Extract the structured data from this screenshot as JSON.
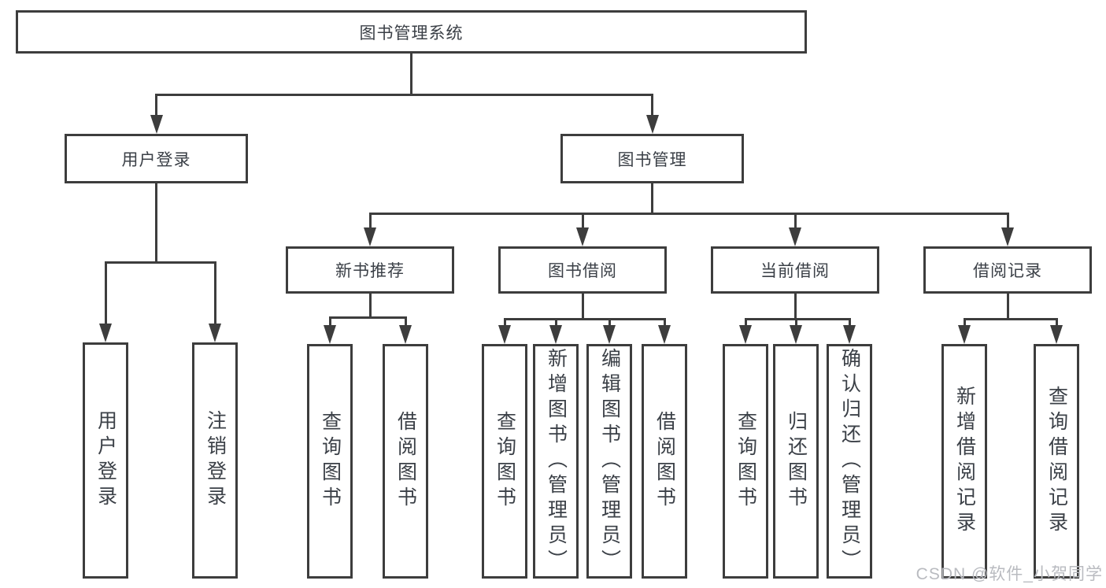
{
  "colors": {
    "line": "#3d3d3d",
    "text": "#3b4047",
    "watermark": "#b9bbc0"
  },
  "watermark": "CSDN @软件_小贺同学",
  "tree": {
    "root": {
      "label": "图书管理系统"
    },
    "level2": [
      {
        "label": "用户登录"
      },
      {
        "label": "图书管理"
      }
    ],
    "level3": [
      {
        "label": "新书推荐"
      },
      {
        "label": "图书借阅"
      },
      {
        "label": "当前借阅"
      },
      {
        "label": "借阅记录"
      }
    ],
    "leaves": {
      "user_login": [
        {
          "label": "用户登录"
        },
        {
          "label": "注销登录"
        }
      ],
      "new_book": [
        {
          "label": "查询图书"
        },
        {
          "label": "借阅图书"
        }
      ],
      "book_borrow": [
        {
          "label": "查询图书"
        },
        {
          "label": "新增图书（管理员）"
        },
        {
          "label": "编辑图书（管理员）"
        },
        {
          "label": "借阅图书"
        }
      ],
      "current_borrow": [
        {
          "label": "查询图书"
        },
        {
          "label": "归还图书"
        },
        {
          "label": "确认归还（管理员）"
        }
      ],
      "borrow_records": [
        {
          "label": "新增借阅记录"
        },
        {
          "label": "查询借阅记录"
        }
      ]
    }
  }
}
